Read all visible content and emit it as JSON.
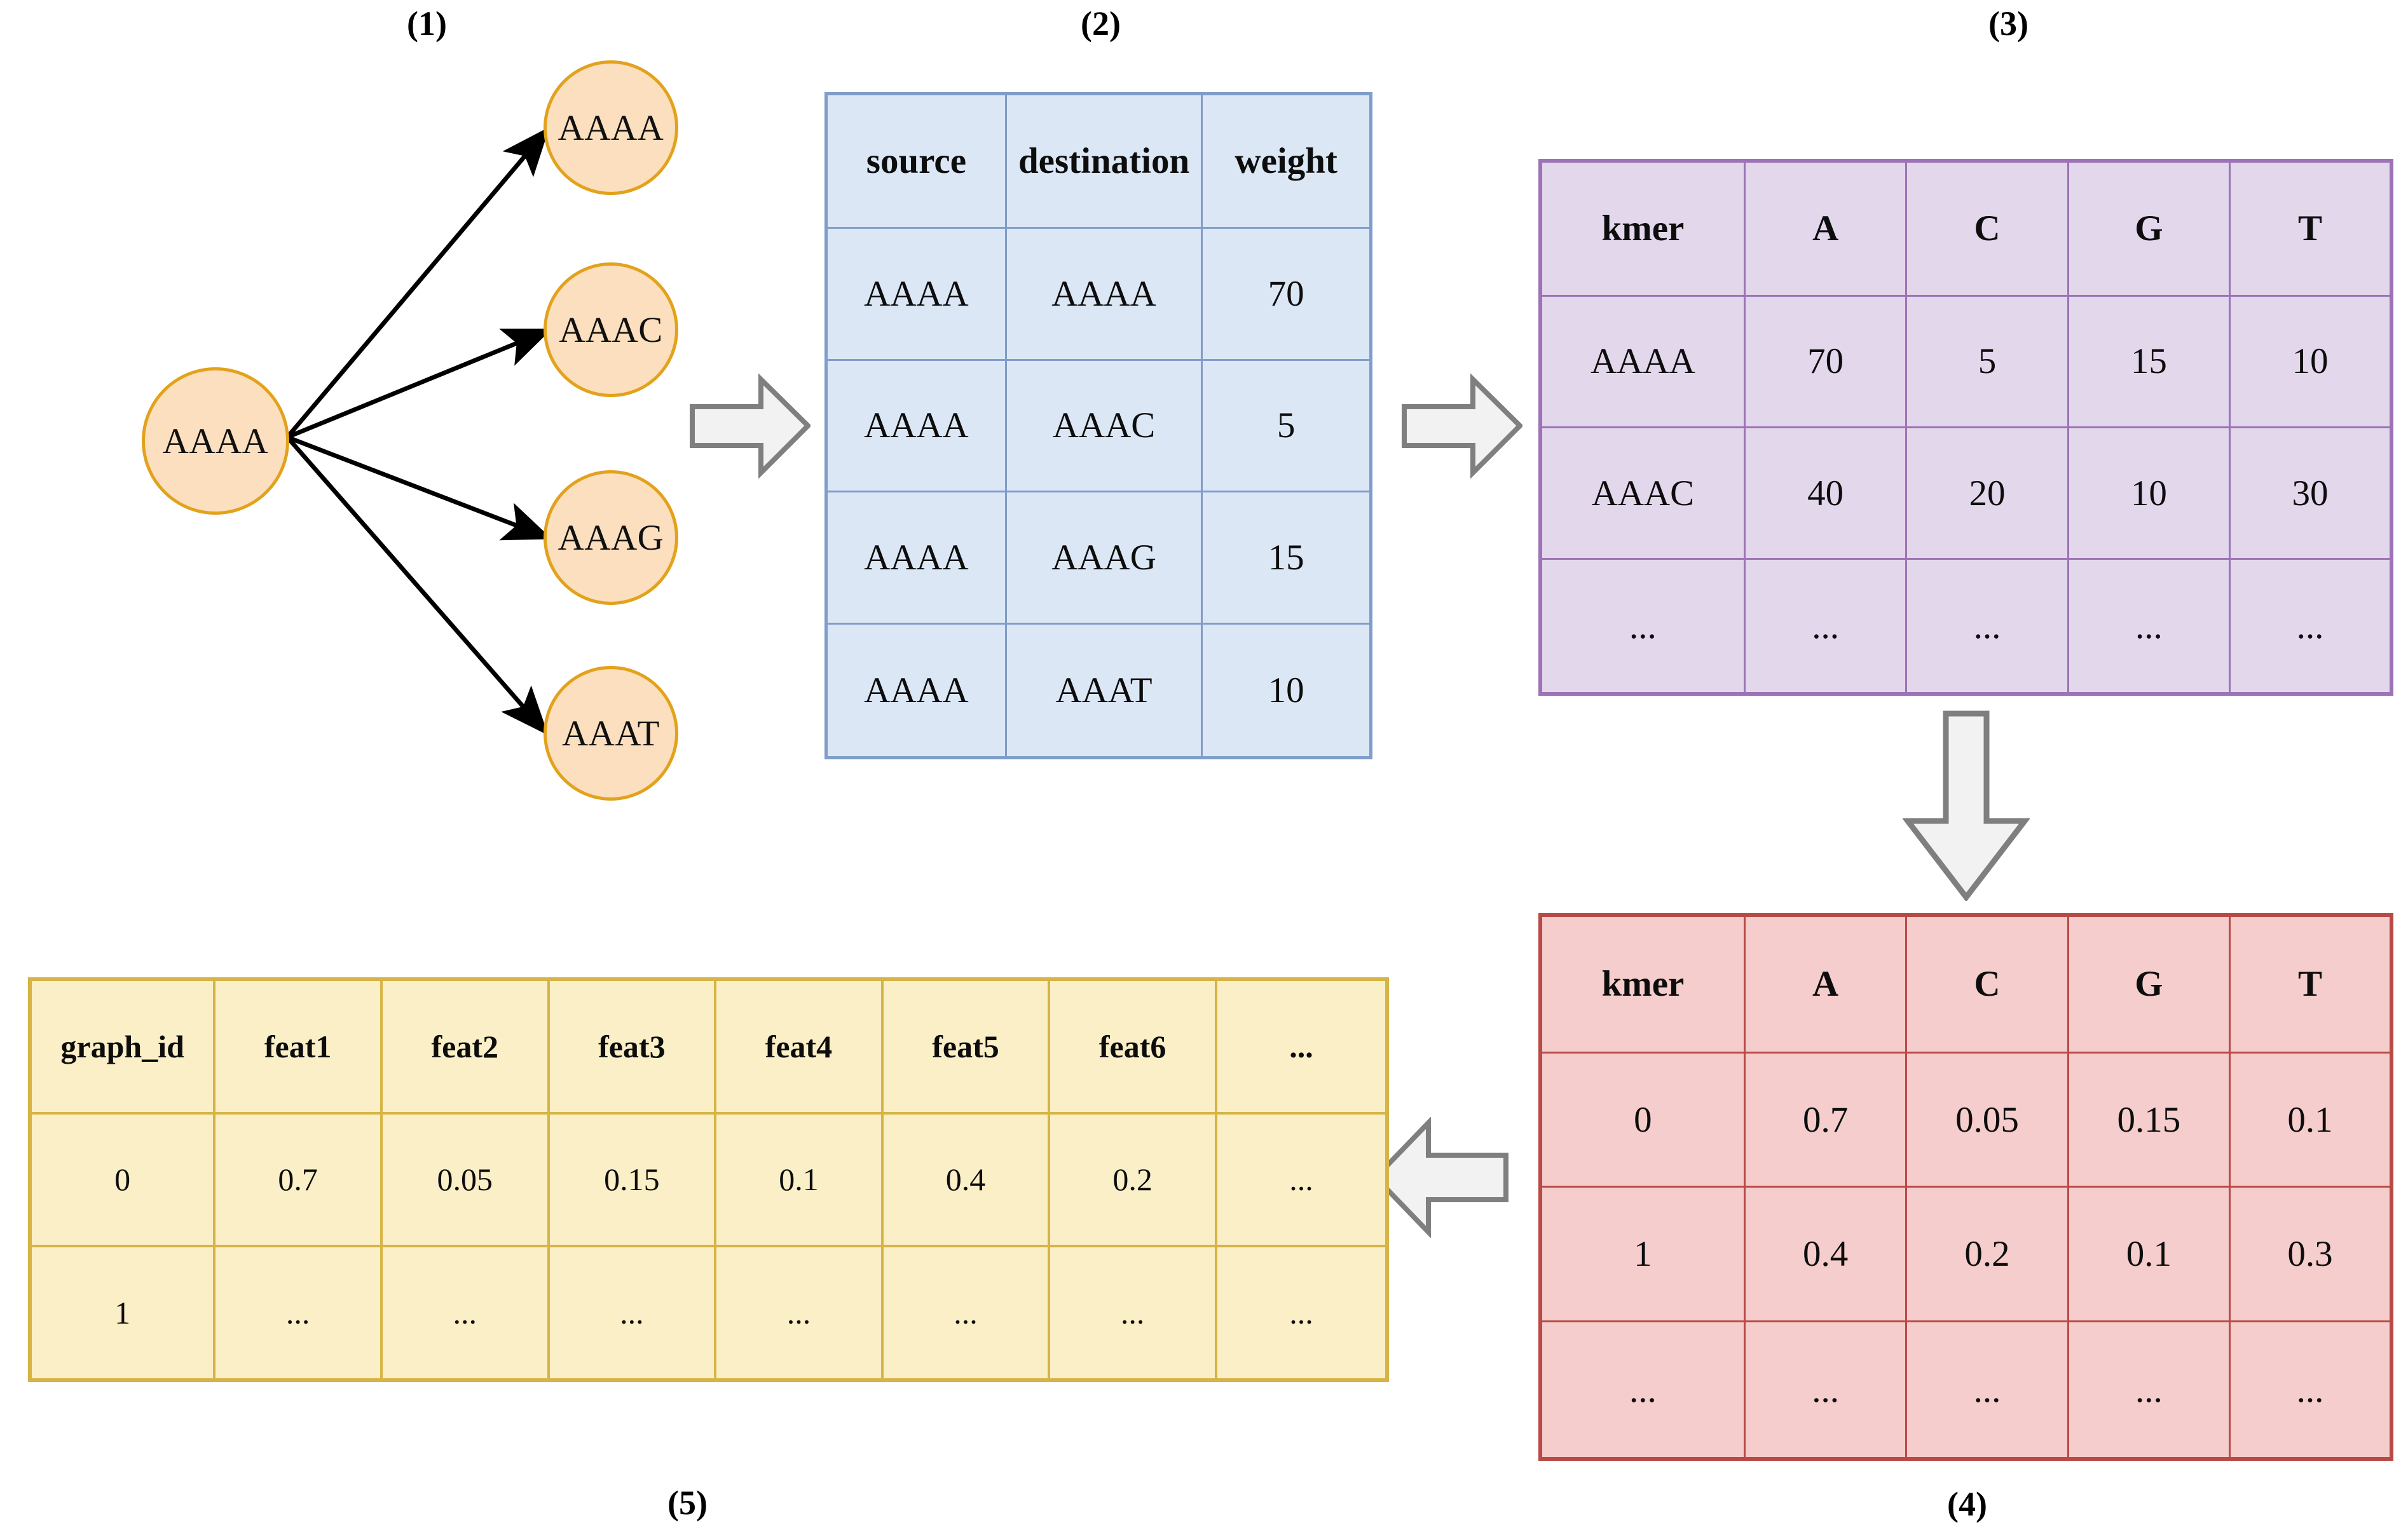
{
  "figure": {
    "step_labels": [
      {
        "id": "1",
        "text": "(1)"
      },
      {
        "id": "2",
        "text": "(2)"
      },
      {
        "id": "3",
        "text": "(3)"
      },
      {
        "id": "4",
        "text": "(4)"
      },
      {
        "id": "5",
        "text": "(5)"
      }
    ],
    "colors": {
      "node_fill": "#FBDFBE",
      "node_stroke": "#E3A21C",
      "edge_table_fill": "#DCE7F6",
      "edge_table_stroke": "#7F9DC9",
      "count_table_fill": "#E3D7EC",
      "count_table_stroke": "#9C73B5",
      "freq_table_fill": "#F5CDCC",
      "freq_table_stroke": "#B84A45",
      "feature_table_fill": "#FBEFC7",
      "feature_table_stroke": "#D6B445",
      "arrow_fill": "#F2F2F2",
      "arrow_stroke": "#7F7F7F",
      "edge_line": "#000000"
    }
  },
  "graph": {
    "source_node": {
      "label": "AAAA"
    },
    "target_nodes": [
      {
        "label": "AAAA"
      },
      {
        "label": "AAAC"
      },
      {
        "label": "AAAG"
      },
      {
        "label": "AAAT"
      }
    ]
  },
  "edge_table": {
    "headers": [
      "source",
      "destination",
      "weight"
    ],
    "rows": [
      [
        "AAAA",
        "AAAA",
        "70"
      ],
      [
        "AAAA",
        "AAAC",
        "5"
      ],
      [
        "AAAA",
        "AAAG",
        "15"
      ],
      [
        "AAAA",
        "AAAT",
        "10"
      ]
    ]
  },
  "count_table": {
    "headers": [
      "kmer",
      "A",
      "C",
      "G",
      "T"
    ],
    "rows": [
      [
        "AAAA",
        "70",
        "5",
        "15",
        "10"
      ],
      [
        "AAAC",
        "40",
        "20",
        "10",
        "30"
      ],
      [
        "...",
        "...",
        "...",
        "...",
        "..."
      ]
    ]
  },
  "freq_table": {
    "headers": [
      "kmer",
      "A",
      "C",
      "G",
      "T"
    ],
    "rows": [
      [
        "0",
        "0.7",
        "0.05",
        "0.15",
        "0.1"
      ],
      [
        "1",
        "0.4",
        "0.2",
        "0.1",
        "0.3"
      ],
      [
        "...",
        "...",
        "...",
        "...",
        "..."
      ]
    ]
  },
  "feature_table": {
    "headers": [
      "graph_id",
      "feat1",
      "feat2",
      "feat3",
      "feat4",
      "feat5",
      "feat6",
      "..."
    ],
    "rows": [
      [
        "0",
        "0.7",
        "0.05",
        "0.15",
        "0.1",
        "0.4",
        "0.2",
        "..."
      ],
      [
        "1",
        "...",
        "...",
        "...",
        "...",
        "...",
        "...",
        "..."
      ]
    ]
  },
  "flow_arrows": [
    {
      "id": "graph-to-edge-table",
      "direction": "right"
    },
    {
      "id": "edge-table-to-count-table",
      "direction": "right"
    },
    {
      "id": "count-table-to-freq-table",
      "direction": "down"
    },
    {
      "id": "freq-table-to-feature-table",
      "direction": "left"
    }
  ]
}
